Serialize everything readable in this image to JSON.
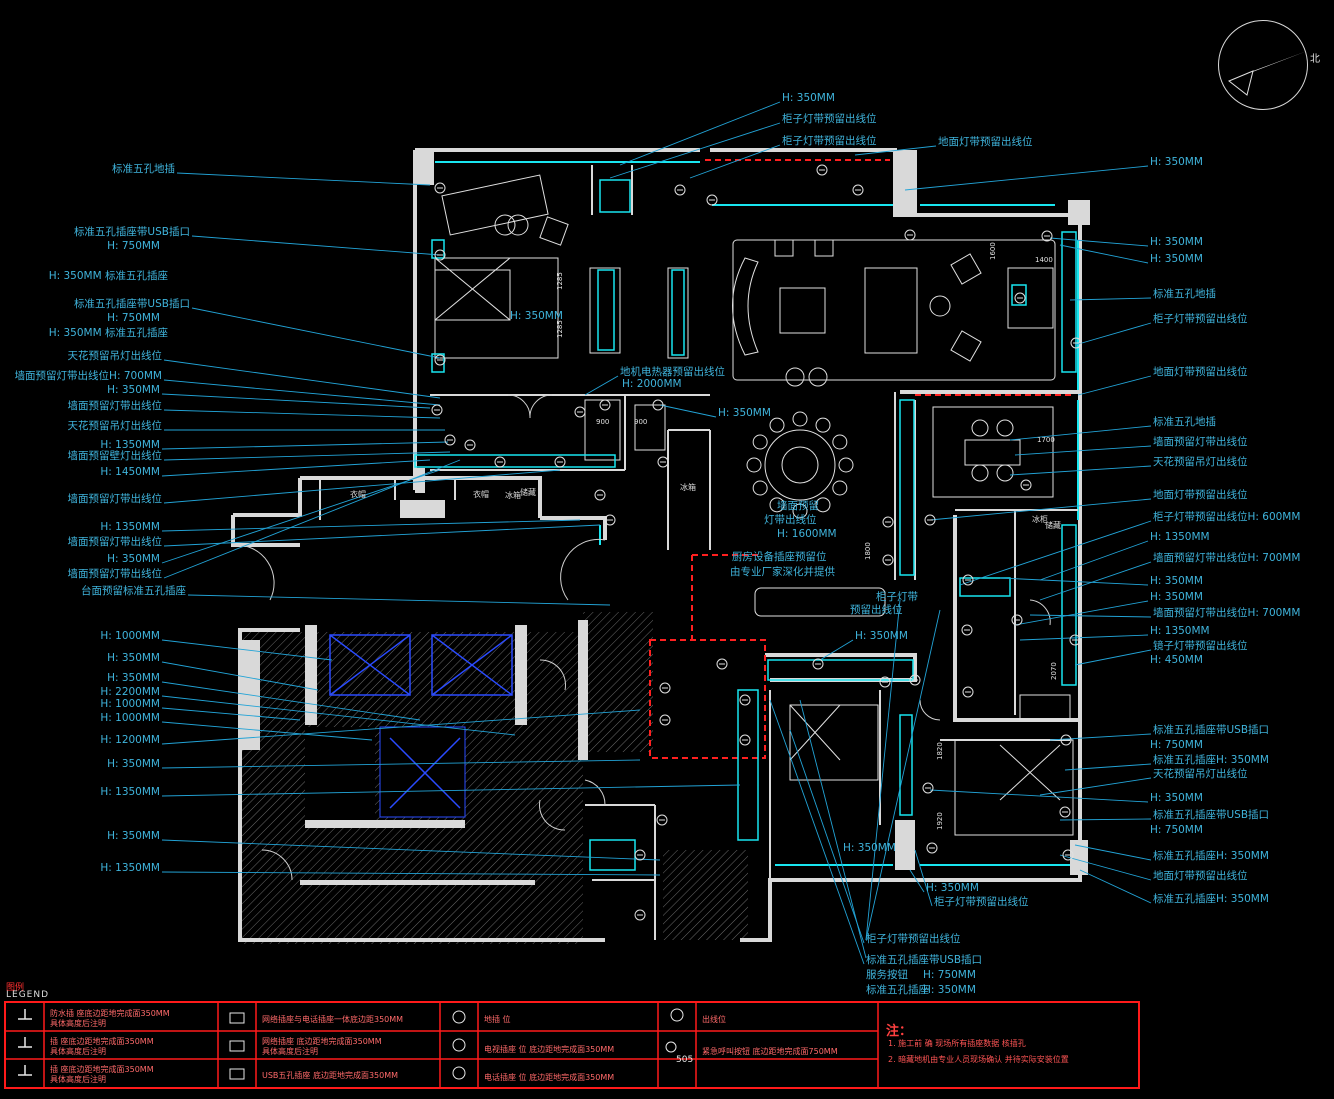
{
  "compass": {
    "north": "北",
    "icon": "north-arrow-icon"
  },
  "left_labels": [
    "标准五孔地插",
    "标准五孔插座带USB插口",
    "H: 750MM",
    "H: 350MM 标准五孔插座",
    "标准五孔插座带USB插口",
    "H: 750MM",
    "H: 350MM 标准五孔插座",
    "天花预留吊灯出线位",
    "墙面预留灯带出线位H: 700MM",
    "H: 350MM",
    "墙面预留灯带出线位",
    "天花预留吊灯出线位",
    "H: 1350MM",
    "墙面预留壁灯出线位",
    "H: 1450MM",
    "墙面预留灯带出线位",
    "H: 1350MM",
    "墙面预留灯带出线位",
    "H: 350MM",
    "墙面预留灯带出线位",
    "台面预留标准五孔插座",
    "H: 1000MM",
    "H: 350MM",
    "H: 350MM",
    "H: 2200MM",
    "H: 1000MM",
    "H: 1000MM",
    "H: 1200MM",
    "H: 350MM",
    "H: 1350MM",
    "H: 350MM",
    "H: 1350MM"
  ],
  "top_labels": [
    "H: 350MM",
    "柜子灯带预留出线位",
    "柜子灯带预留出线位",
    "地面灯带预留出线位"
  ],
  "right_labels": [
    "H: 350MM",
    "H: 350MM",
    "H: 350MM",
    "标准五孔地插",
    "柜子灯带预留出线位",
    "地面灯带预留出线位",
    "标准五孔地插",
    "墙面预留灯带出线位",
    "天花预留吊灯出线位",
    "地面灯带预留出线位",
    "柜子灯带预留出线位H: 600MM",
    "H: 1350MM",
    "墙面预留灯带出线位H: 700MM",
    "H: 350MM",
    "H: 350MM",
    "墙面预留灯带出线位H: 700MM",
    "H: 1350MM",
    "镜子灯带预留出线位",
    "H: 450MM",
    "标准五孔插座带USB插口",
    "H: 750MM",
    "标准五孔插座H: 350MM",
    "天花预留吊灯出线位",
    "H: 350MM",
    "标准五孔插座带USB插口",
    "H: 750MM",
    "标准五孔插座H: 350MM",
    "地面灯带预留出线位",
    "标准五孔插座H: 350MM"
  ],
  "interior_labels": [
    "H: 350MM",
    "地机电热器预留出线位",
    "H: 2000MM",
    "H: 350MM",
    "墙面预留",
    "灯带出线位",
    "H: 1600MM",
    "厨房设备插座预留位",
    "由专业厂家深化并提供",
    "柜子灯带",
    "预留出线位",
    "H: 350MM",
    "H: 350MM",
    "H: 350MM",
    "柜子灯带预留出线位"
  ],
  "bottom_labels": [
    "柜子灯带预留出线位",
    "标准五孔插座带USB插口",
    "H: 750MM",
    "H: 350MM"
  ],
  "bottom_label_pairs": [
    "服务按钮",
    "标准五孔插座"
  ],
  "room_tags": [
    "衣帽",
    "衣帽",
    "储藏",
    "冰箱",
    "冰箱",
    "冰柜",
    "储藏"
  ],
  "dims": [
    "1600",
    "1400",
    "1285",
    "1285",
    "1700",
    "1800",
    "900",
    "900",
    "2070",
    "1820",
    "1920"
  ],
  "legend": {
    "title": "图例",
    "word": "LEGEND",
    "cells": [
      {
        "text": "防水插  座底边距地完成面350MM",
        "sub": "具体高度后注明"
      },
      {
        "text": "插  座底边距地完成面350MM",
        "sub": "具体高度后注明"
      },
      {
        "text": "     插  座底边距地完成面350MM",
        "sub": "具体高度后注明"
      },
      {
        "text": "网络插座与电话插座一体底边距350MM",
        "sub": ""
      },
      {
        "text": "网络插座  底边距地完成面350MM",
        "sub": "具体高度后注明"
      },
      {
        "text": "USB五孔插座  底边距地完成面350MM",
        "sub": ""
      },
      {
        "text": "地插  位",
        "sub": ""
      },
      {
        "text": "电视插座  位  底边距地完成面350MM",
        "sub": ""
      },
      {
        "text": "电话插座  位  底边距地完成面350MM",
        "sub": ""
      },
      {
        "text": "出线位",
        "sub": ""
      },
      {
        "text": "紧急呼叫按钮  底边距地完成面750MM",
        "sub": ""
      }
    ],
    "tag": "505",
    "note_heading": "注：",
    "notes": [
      "1. 施工前  确    现场所有插座数据  核插孔",
      "2. 暗藏地机由专业人员现场确认  并待实际安装位置"
    ]
  },
  "colors": {
    "wall": "#d9d9d9",
    "line": "#22a3d6",
    "label": "#3fb4dc",
    "furniture": "#e0e0e0",
    "dash": "#ff2020",
    "legend_border": "#ff1a1a",
    "cyan": "#19e6f0",
    "blue": "#2a4bff"
  }
}
